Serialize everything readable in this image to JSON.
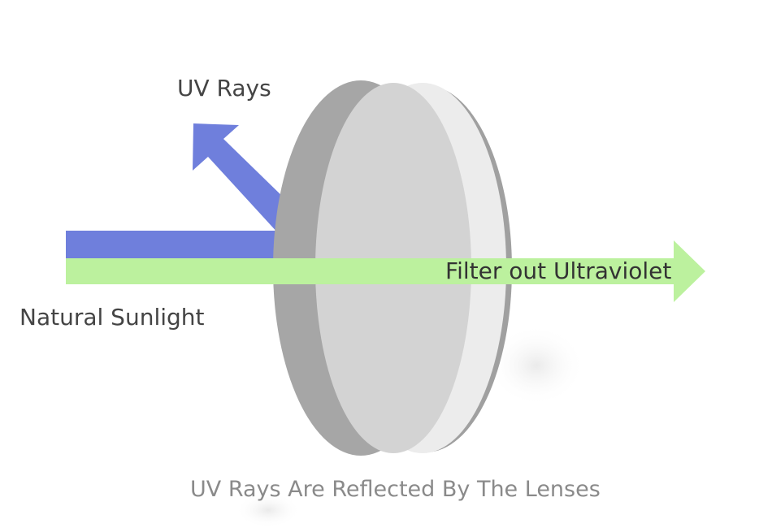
{
  "labels": {
    "uv_rays": "UV Rays",
    "natural_sunlight": "Natural Sunlight",
    "filter_out": "Filter out Ultraviolet",
    "caption": "UV Rays Are Reflected By The Lenses"
  },
  "colors": {
    "uv_beam": "#6f7fdc",
    "visible_beam": "#bcf19e",
    "lens_back": "#a6a6a6",
    "lens_rim": "#a0a0a0",
    "lens_edge_light": "#ececec",
    "lens_face": "#d3d3d3",
    "lens_face_overlap": "#c4c4c4",
    "background": "#ffffff"
  }
}
